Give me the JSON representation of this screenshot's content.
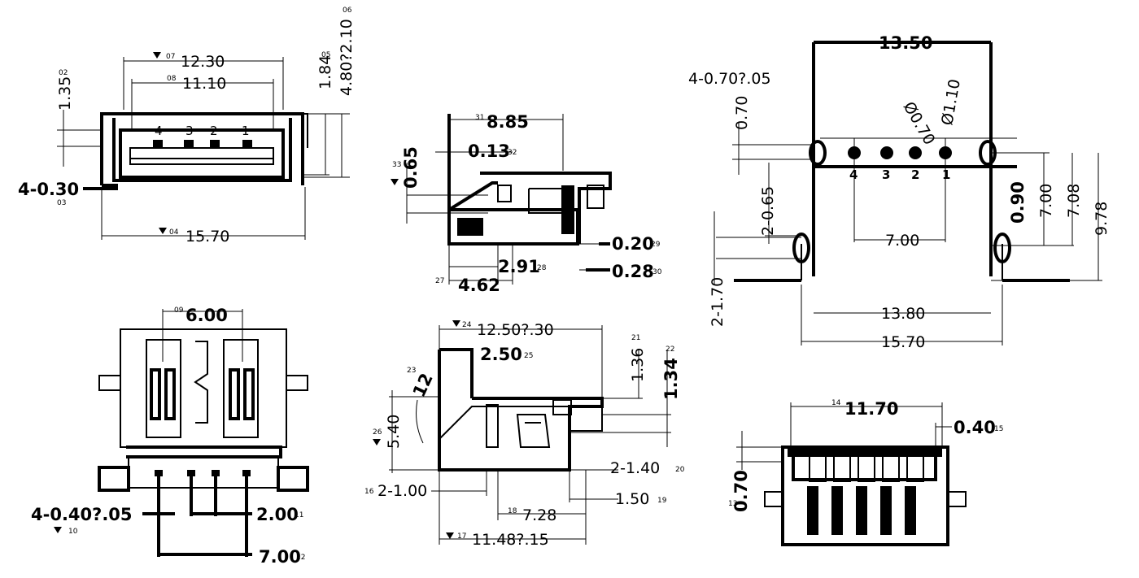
{
  "views": {
    "front": {
      "dim_12_30": "12.30",
      "dim_11_10": "11.10",
      "dim_15_70": "15.70",
      "dim_1_35": "1.35",
      "dim_1_84": "1.84",
      "dim_4_80": "4.80?2.10",
      "dim_4_030": "4-0.30",
      "pins": [
        "4",
        "3",
        "2",
        "1"
      ],
      "tags": [
        "07",
        "08",
        "04",
        "02",
        "05",
        "06",
        "03"
      ]
    },
    "side_top": {
      "dim_8_85": "8.85",
      "dim_0_13": "0.13",
      "dim_0_65": "0.65",
      "dim_0_20": "0.20",
      "dim_0_28": "0.28",
      "dim_2_91": "2.91",
      "dim_4_62": "4.62",
      "tags": [
        "31",
        "32",
        "33",
        "29",
        "28",
        "30",
        "27"
      ]
    },
    "pcb": {
      "dim_13_50": "13.50",
      "dim_4_070": "4-0.70?.05",
      "dim_0_70": "0.70",
      "dim_d070": "Ø0.70",
      "dim_d110": "Ø1.10",
      "dim_2_065": "2-0.65",
      "dim_0_90": "0.90",
      "dim_7_00v": "7.00",
      "dim_7_08": "7.08",
      "dim_9_78": "9.78",
      "dim_7_00h": "7.00",
      "dim_2_170": "2-1.70",
      "dim_13_80": "13.80",
      "dim_15_70": "15.70",
      "pins": [
        "4",
        "3",
        "2",
        "1"
      ]
    },
    "bottom": {
      "dim_6_00": "6.00",
      "dim_4_040": "4-0.40?.05",
      "dim_2_00": "2.00",
      "dim_7_00": "7.00",
      "tags": [
        "09",
        "10",
        "11",
        "12"
      ]
    },
    "side_bottom": {
      "dim_12_50": "12.50?.30",
      "dim_2_50": "2.50",
      "dim_12": "12",
      "dim_1_36": "1.36",
      "dim_1_34": "1.34",
      "dim_5_40": "5.40",
      "dim_2_140": "2-1.40",
      "dim_2_100": "2-1.00",
      "dim_7_28": "7.28",
      "dim_1_50": "1.50",
      "dim_11_48": "11.48?.15",
      "tags": [
        "24",
        "25",
        "23",
        "21",
        "22",
        "26",
        "20",
        "16",
        "18",
        "19",
        "17"
      ]
    },
    "rear": {
      "dim_11_70": "11.70",
      "dim_0_40": "0.40",
      "dim_0_70": "0.70",
      "tags": [
        "14",
        "15",
        "13"
      ]
    }
  }
}
